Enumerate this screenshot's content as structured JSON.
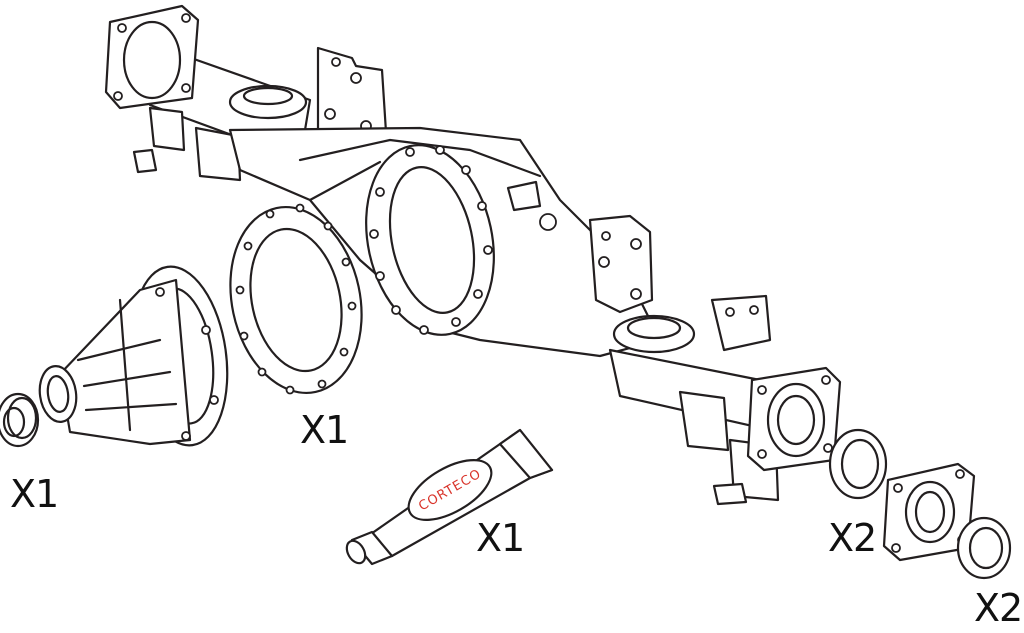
{
  "labels": {
    "pinion_seal": "X1",
    "housing_gasket": "X1",
    "sealant_tube": "X1",
    "bearing_seal": "X2",
    "hub_seal": "X2"
  },
  "sealant": {
    "brand": "CORTECO",
    "brand_color": "#d9342b"
  },
  "line_color": "#231f20"
}
